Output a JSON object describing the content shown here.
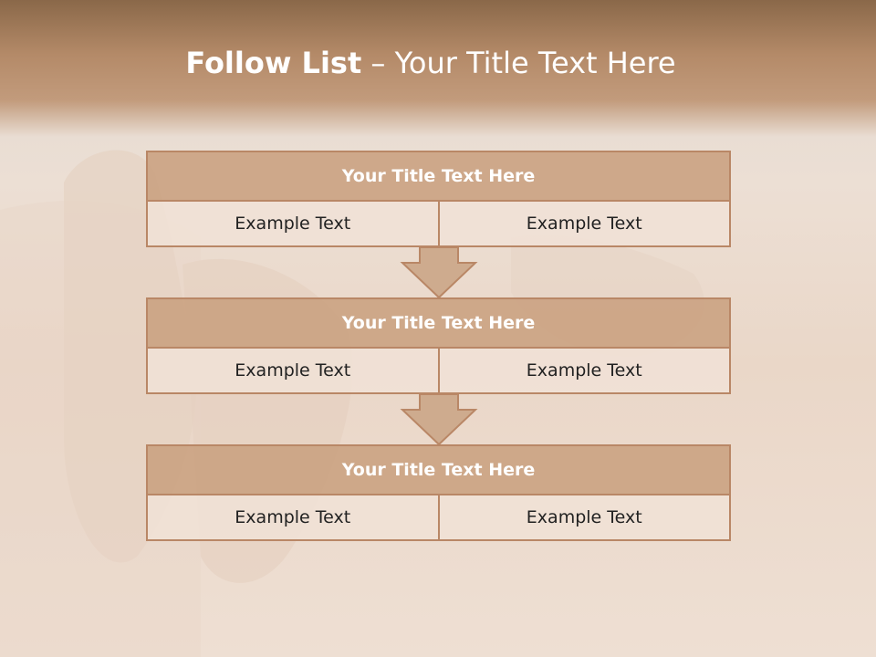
{
  "slide": {
    "title_bold": "Follow List",
    "title_rest": " – Your Title Text Here"
  },
  "blocks": [
    {
      "title": "Your Title Text Here",
      "left": "Example Text",
      "right": "Example Text"
    },
    {
      "title": "Your Title Text Here",
      "left": "Example Text",
      "right": "Example Text"
    },
    {
      "title": "Your Title Text Here",
      "left": "Example Text",
      "right": "Example Text"
    }
  ],
  "colors": {
    "header_band": "#b48a68",
    "block_header": "#c9a080",
    "block_border": "#b98766",
    "cell_fill": "#f0e1d6",
    "arrow_fill": "#ceab8e"
  }
}
